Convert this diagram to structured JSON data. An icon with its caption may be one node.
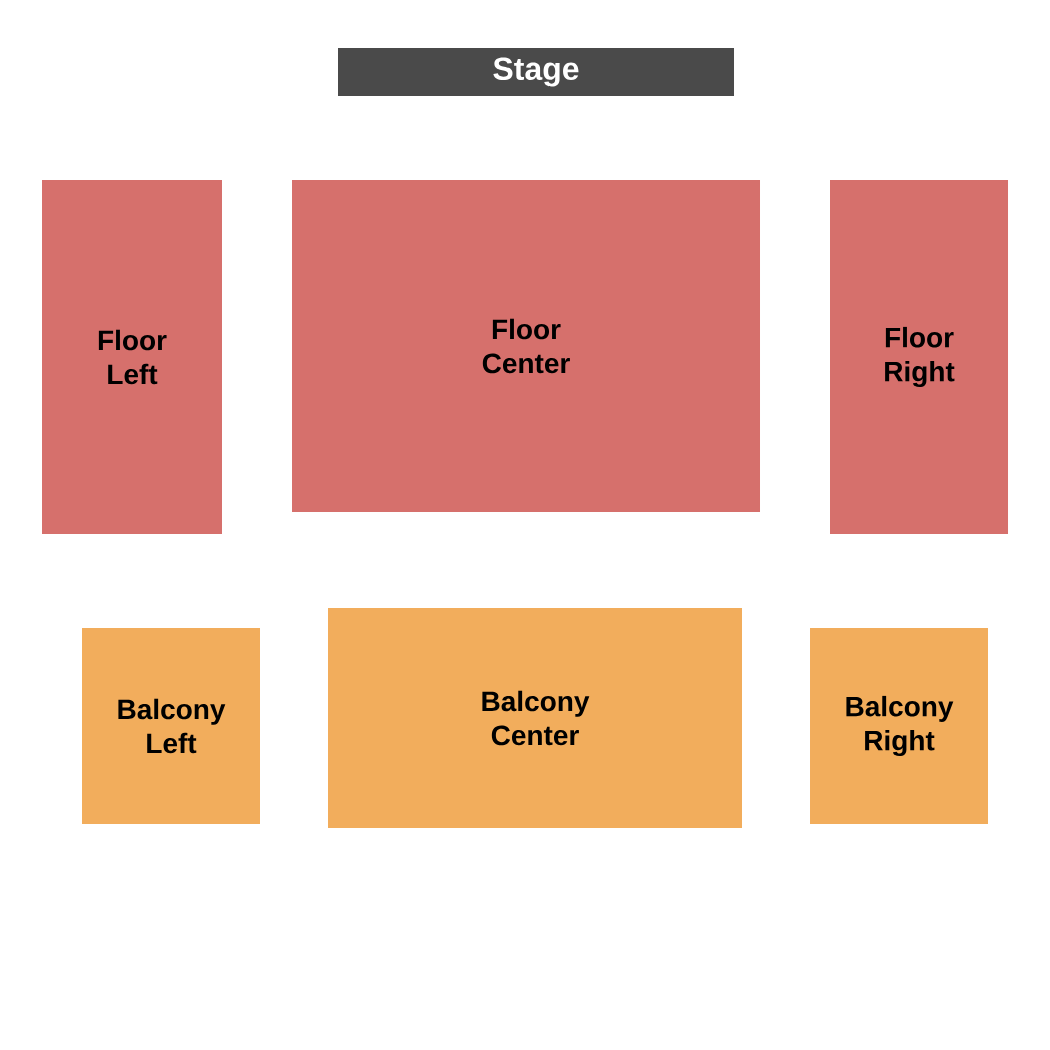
{
  "diagram": {
    "nodes": [
      {
        "text": [
          "Stage"
        ]
      },
      {
        "text": [
          "Floor Left"
        ]
      },
      {
        "text": [
          "Floor Center"
        ]
      },
      {
        "text": [
          "Floor Right"
        ]
      },
      {
        "text": [
          "Balcony Left"
        ]
      },
      {
        "text": [
          "Balcony Center"
        ]
      },
      {
        "text": [
          "Balcony Right"
        ]
      }
    ]
  }
}
